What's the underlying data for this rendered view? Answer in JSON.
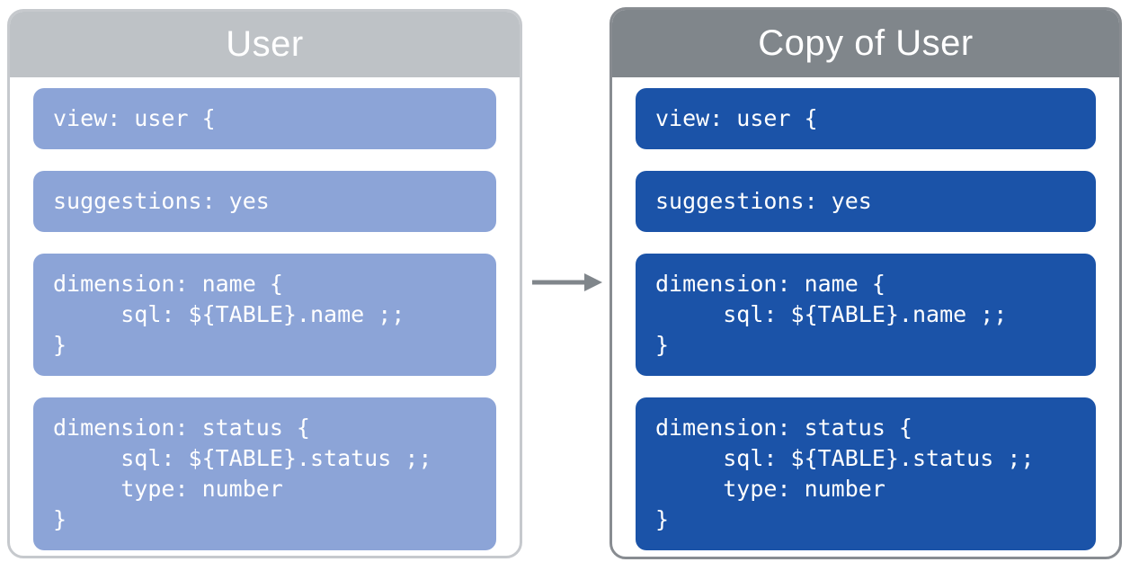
{
  "colors": {
    "left_header": "#BEC2C6",
    "left_border": "#C6C9CD",
    "left_block": "#8CA4D7",
    "right_header": "#80868B",
    "right_border": "#888C91",
    "right_block": "#1B53A8",
    "arrow": "#80868B",
    "text": "#FFFFFF"
  },
  "panels": [
    {
      "title": "User",
      "blocks": [
        {
          "code": "view: user {"
        },
        {
          "code": "suggestions: yes"
        },
        {
          "code": "dimension: name {\n     sql: ${TABLE}.name ;;\n}"
        },
        {
          "code": "dimension: status {\n     sql: ${TABLE}.status ;;\n     type: number\n}"
        }
      ]
    },
    {
      "title": "Copy of User",
      "blocks": [
        {
          "code": "view: user {"
        },
        {
          "code": "suggestions: yes"
        },
        {
          "code": "dimension: name {\n     sql: ${TABLE}.name ;;\n}"
        },
        {
          "code": "dimension: status {\n     sql: ${TABLE}.status ;;\n     type: number\n}"
        }
      ]
    }
  ]
}
